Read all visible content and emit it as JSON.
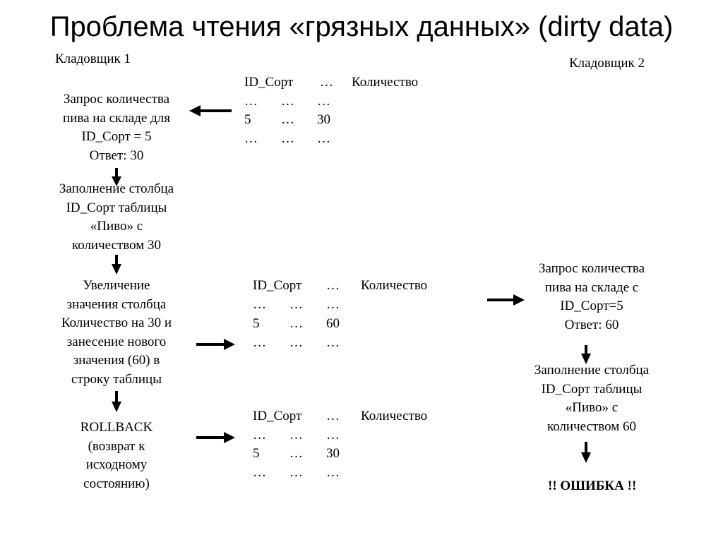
{
  "title": "Проблема чтения «грязных данных» (dirty data)",
  "storekeeper1": "Кладовщик 1",
  "storekeeper2": "Кладовщик 2",
  "left_steps": [
    [
      "Запрос количества",
      "пива на складе для",
      "ID_Сорт = 5",
      "Ответ: 30"
    ],
    [
      "Заполнение столбца",
      "ID_Сорт таблицы",
      "«Пиво» с",
      "количеством 30"
    ],
    [
      "Увеличение",
      "значения столбца",
      "Количество на 30 и",
      "занесение нового",
      "значения (60) в",
      "строку таблицы"
    ],
    [
      "ROLLBACK",
      "(возврат к",
      "исходному",
      "состоянию)"
    ]
  ],
  "right_steps": [
    [
      "Запрос количества",
      "пива на складе с",
      "ID_Сорт=5",
      "Ответ: 60"
    ],
    [
      "Заполнение столбца",
      "ID_Сорт таблицы",
      "«Пиво» с",
      "количеством 60"
    ]
  ],
  "error_label": "!! ОШИБКА !!",
  "tables": [
    {
      "header": [
        "ID_Сорт",
        "…",
        "Количество"
      ],
      "rows": [
        [
          "…",
          "…",
          "…"
        ],
        [
          "5",
          "…",
          "30"
        ],
        [
          "…",
          "…",
          "…"
        ]
      ]
    },
    {
      "header": [
        "ID_Сорт",
        "…",
        "Количество"
      ],
      "rows": [
        [
          "…",
          "…",
          "…"
        ],
        [
          "5",
          "…",
          "60"
        ],
        [
          "…",
          "…",
          "…"
        ]
      ]
    },
    {
      "header": [
        "ID_Сорт",
        "…",
        "Количество"
      ],
      "rows": [
        [
          "…",
          "…",
          "…"
        ],
        [
          "5",
          "…",
          "30"
        ],
        [
          "…",
          "…",
          "…"
        ]
      ]
    }
  ]
}
